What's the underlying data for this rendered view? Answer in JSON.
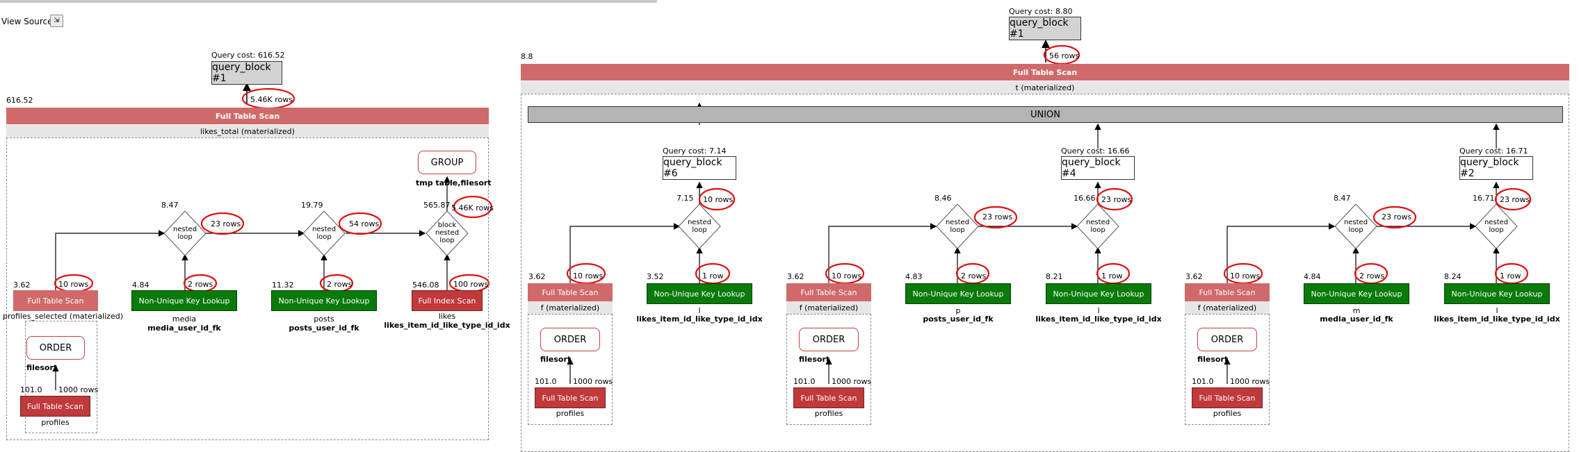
{
  "toolbar": {
    "view_source_label": "View Source:",
    "view_source_icon": "arrow-icon"
  },
  "left": {
    "query_cost": "Query cost: 616.52",
    "query_block": "query_block #1",
    "top_rows": "5.46K rows",
    "table_cost": "616.52",
    "table_scan": "Full Table Scan",
    "table_name": "likes_total (materialized)",
    "group": {
      "label": "GROUP",
      "sub": "tmp table,filesort"
    },
    "loops": [
      {
        "cost": "8.47",
        "label": "nested loop",
        "rows": "23 rows"
      },
      {
        "cost": "19.79",
        "label": "nested loop",
        "rows": "54 rows"
      },
      {
        "cost": "565.87",
        "label": "block nested loop",
        "rows": "5.46K rows"
      }
    ],
    "driver": {
      "cost": "3.62",
      "rows": "10 rows",
      "label": "Full Table Scan",
      "table": "profiles_selected (materialized)",
      "order": "ORDER",
      "order_sub": "filesort",
      "inner_cost": "101.0",
      "inner_rows": "1000 rows",
      "inner_label": "Full Table Scan",
      "inner_table": "profiles"
    },
    "lookups": [
      {
        "cost": "4.84",
        "rows": "2 rows",
        "label": "Non-Unique Key Lookup",
        "table": "media",
        "key": "media_user_id_fk"
      },
      {
        "cost": "11.32",
        "rows": "2 rows",
        "label": "Non-Unique Key Lookup",
        "table": "posts",
        "key": "posts_user_id_fk"
      },
      {
        "cost": "546.08",
        "rows": "100 rows",
        "label": "Full Index Scan",
        "table": "likes",
        "key": "likes_item_id_like_type_id_idx"
      }
    ]
  },
  "right": {
    "query_cost": "Query cost: 8.80",
    "query_block": "query_block #1",
    "top_rows": "56 rows",
    "table_cost": "8.8",
    "table_scan": "Full Table Scan",
    "table_name": "t (materialized)",
    "union": "UNION",
    "blocks": [
      {
        "query_cost": "Query cost: 7.14",
        "query_block": "query_block #6",
        "loop_cost": "7.15",
        "loop_label": "nested loop",
        "loop_rows": "10 rows",
        "driver_cost": "3.62",
        "driver_rows": "10 rows",
        "driver_label": "Full Table Scan",
        "driver_table": "f (materialized)",
        "order": "ORDER",
        "order_sub": "filesort",
        "inner_cost": "101.0",
        "inner_rows": "1000 rows",
        "inner_label": "Full Table Scan",
        "inner_table": "profiles",
        "lookup_cost": "3.52",
        "lookup_rows": "1 row",
        "lookup_label": "Non-Unique Key Lookup",
        "lookup_table": "l",
        "lookup_key": "likes_item_id_like_type_id_idx"
      },
      {
        "query_cost": "Query cost: 16.66",
        "query_block": "query_block #4",
        "loop1_cost": "8.46",
        "loop1_label": "nested loop",
        "loop1_rows": "23 rows",
        "loop2_cost": "16.66",
        "loop2_label": "nested loop",
        "loop2_rows": "23 rows",
        "driver_cost": "3.62",
        "driver_rows": "10 rows",
        "driver_label": "Full Table Scan",
        "driver_table": "f (materialized)",
        "order": "ORDER",
        "order_sub": "filesort",
        "inner_cost": "101.0",
        "inner_rows": "1000 rows",
        "inner_label": "Full Table Scan",
        "inner_table": "profiles",
        "lookup1_cost": "4.83",
        "lookup1_rows": "2 rows",
        "lookup1_label": "Non-Unique Key Lookup",
        "lookup1_table": "p",
        "lookup1_key": "posts_user_id_fk",
        "lookup2_cost": "8.21",
        "lookup2_rows": "1 row",
        "lookup2_label": "Non-Unique Key Lookup",
        "lookup2_table": "l",
        "lookup2_key": "likes_item_id_like_type_id_idx"
      },
      {
        "query_cost": "Query cost: 16.71",
        "query_block": "query_block #2",
        "loop1_cost": "8.47",
        "loop1_label": "nested loop",
        "loop1_rows": "23 rows",
        "loop2_cost": "16.71",
        "loop2_label": "nested loop",
        "loop2_rows": "23 rows",
        "driver_cost": "3.62",
        "driver_rows": "10 rows",
        "driver_label": "Full Table Scan",
        "driver_table": "f (materialized)",
        "order": "ORDER",
        "order_sub": "filesort",
        "inner_cost": "101.0",
        "inner_rows": "1000 rows",
        "inner_label": "Full Table Scan",
        "inner_table": "profiles",
        "lookup1_cost": "4.84",
        "lookup1_rows": "2 rows",
        "lookup1_label": "Non-Unique Key Lookup",
        "lookup1_table": "m",
        "lookup1_key": "media_user_id_fk",
        "lookup2_cost": "8.24",
        "lookup2_rows": "1 row",
        "lookup2_label": "Non-Unique Key Lookup",
        "lookup2_table": "l",
        "lookup2_key": "likes_item_id_like_type_id_idx"
      }
    ]
  }
}
